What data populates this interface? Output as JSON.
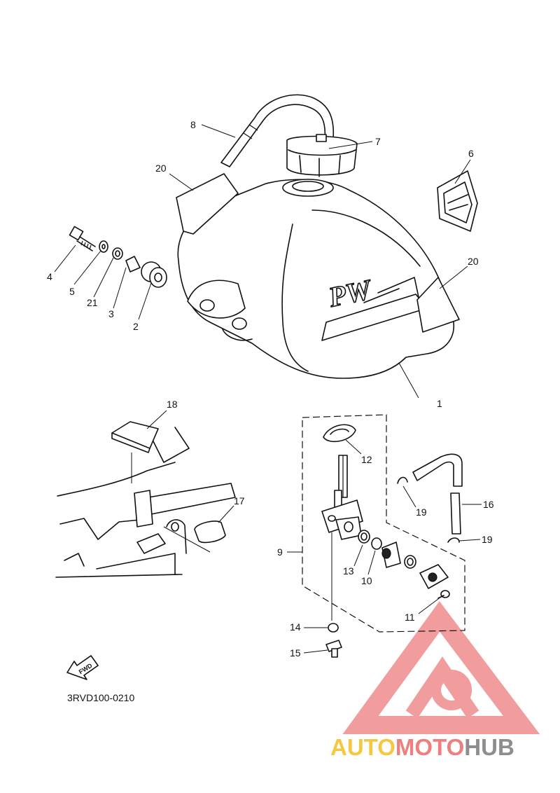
{
  "callouts": {
    "c1": "1",
    "c2": "2",
    "c3": "3",
    "c4": "4",
    "c5": "5",
    "c6": "6",
    "c7": "7",
    "c8": "8",
    "c9": "9",
    "c10": "10",
    "c11": "11",
    "c12": "12",
    "c13": "13",
    "c14": "14",
    "c15": "15",
    "c16": "16",
    "c17": "17",
    "c18": "18",
    "c19a": "19",
    "c19b": "19",
    "c20a": "20",
    "c20b": "20",
    "c21": "21"
  },
  "tank_decal_text": "PW",
  "fwd_label": "FWD",
  "reference_code": "3RVD100-0210",
  "watermark": {
    "part1": "AUTO",
    "part2": "MOTO",
    "part3": "HUB",
    "colors": {
      "yellow": "#f5c842",
      "pink": "#ee7f7f",
      "gray": "#8e8e8e"
    }
  }
}
